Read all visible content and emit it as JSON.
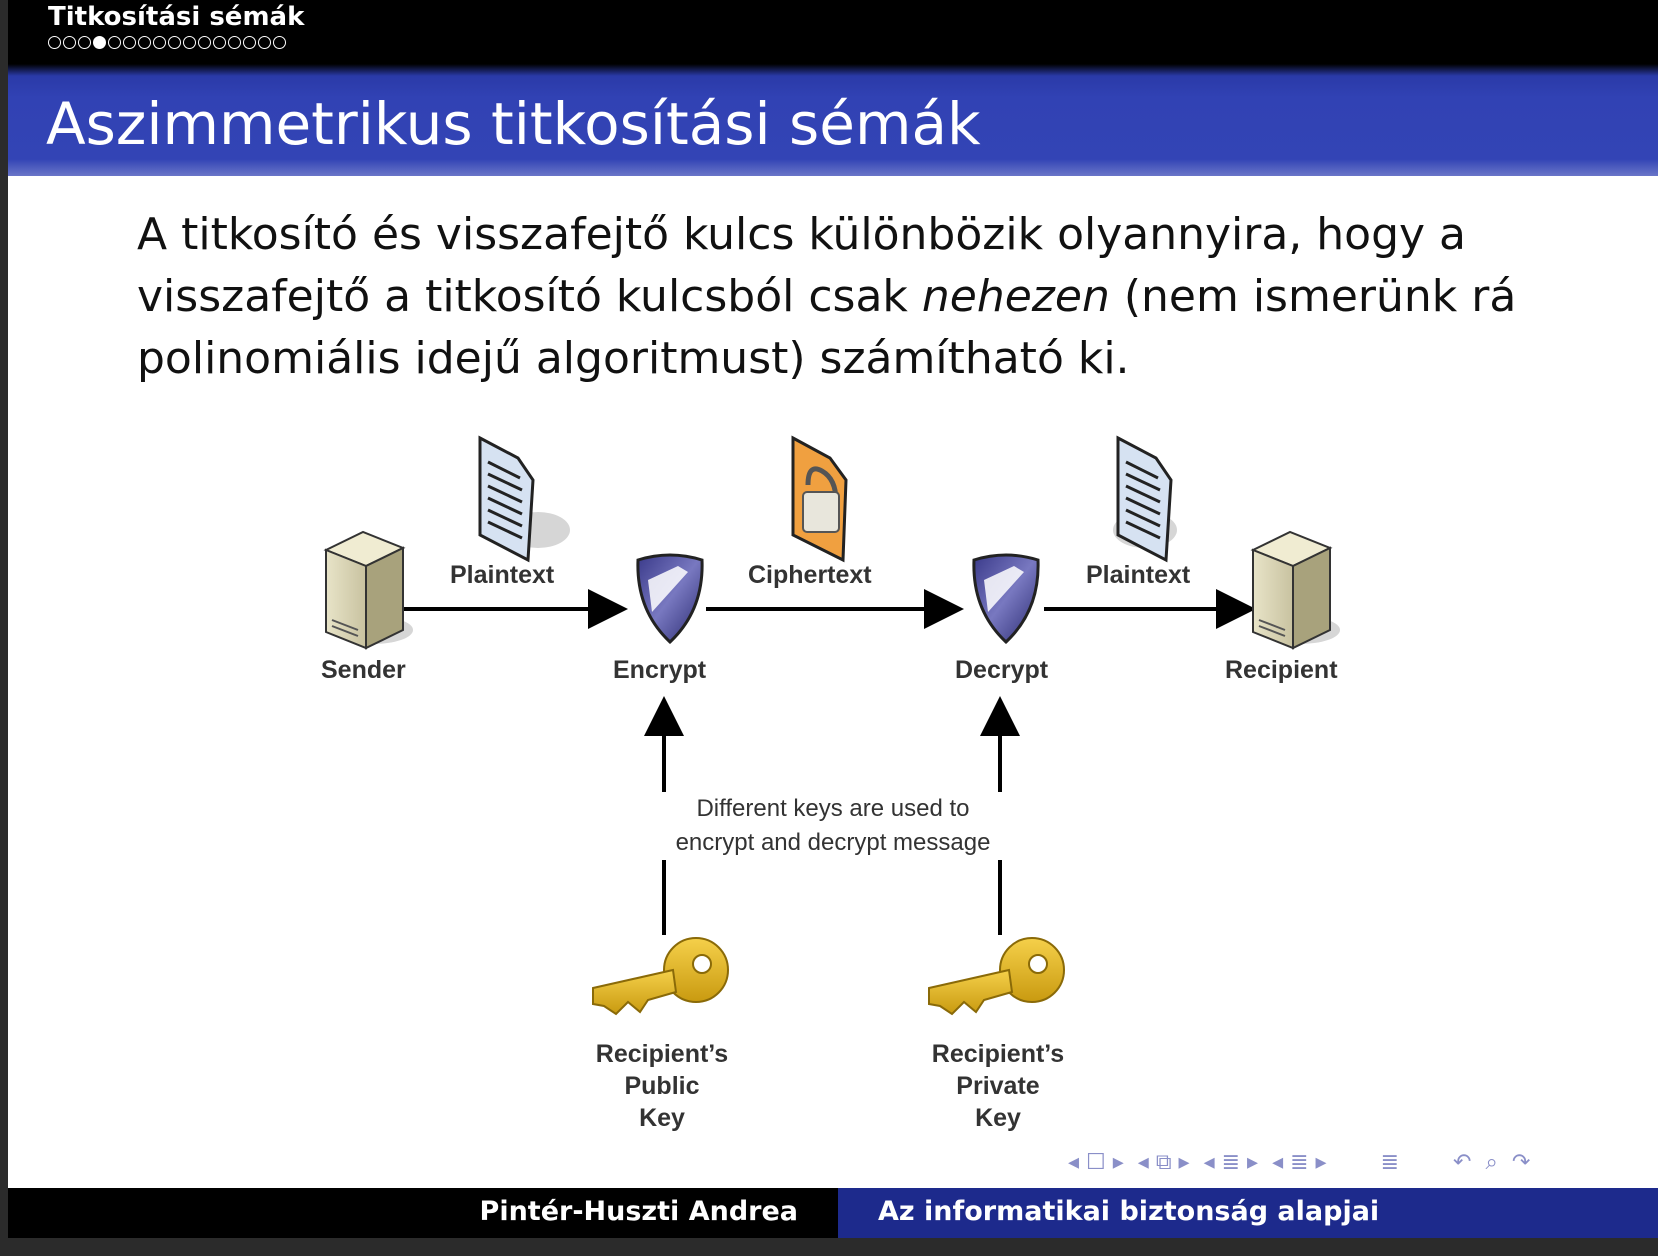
{
  "header": {
    "section": "Titkosítási sémák",
    "dots_total": 16,
    "dots_active_index": 3
  },
  "frame_title": "Aszimmetrikus titkosítási sémák",
  "body": {
    "part1": "A titkosító és visszafejtő kulcs különbözik olyannyira, hogy a visszafejtő a titkosító kulcsból csak ",
    "emph": "nehezen",
    "part2": " (nem ismerünk rá polinomiális idejű algoritmust) számítható ki."
  },
  "diagram": {
    "sender": "Sender",
    "encrypt": "Encrypt",
    "decrypt": "Decrypt",
    "recipient": "Recipient",
    "plaintext_in": "Plaintext",
    "ciphertext": "Ciphertext",
    "plaintext_out": "Plaintext",
    "note_line1": "Different keys are used to",
    "note_line2": "encrypt and decrypt message",
    "public_key": [
      "Recipient’s",
      "Public",
      "Key"
    ],
    "private_key": [
      "Recipient’s",
      "Private",
      "Key"
    ]
  },
  "nav_icons": [
    "nav-prev-frame-icon",
    "nav-frame-icon",
    "nav-next-frame-icon",
    "nav-section-icon",
    "nav-subsection-icon",
    "nav-toc-icon",
    "nav-back-icon",
    "nav-search-icon"
  ],
  "footer": {
    "author": "Pintér-Huszti Andrea",
    "course": "Az informatikai biztonság alapjai"
  }
}
